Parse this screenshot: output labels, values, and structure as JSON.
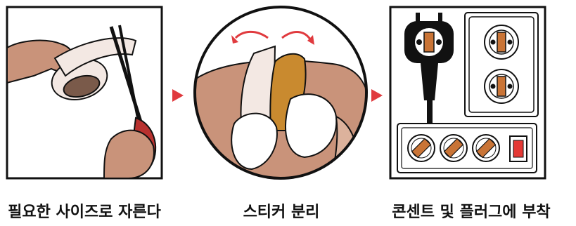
{
  "steps": [
    {
      "caption": "필요한 사이즈로 자른다",
      "illustration": "hand-cutting-tape-with-scissors"
    },
    {
      "caption": "스티커 분리",
      "illustration": "peeling-sticker-backing"
    },
    {
      "caption": "콘센트 및 플러그에 부착",
      "illustration": "plug-and-power-strip"
    }
  ],
  "arrows": [
    "arrow-right-icon",
    "arrow-right-icon"
  ],
  "colors": {
    "accent_arrow": "#e03a3e",
    "skin": "#c9937a",
    "skin_light": "#dcb29c",
    "tape_backing": "#f3e8e3",
    "tape_brown": "#c98a2f",
    "scissor_red": "#b8312f",
    "socket_orange": "#c97436",
    "switch_red": "#e53935"
  }
}
